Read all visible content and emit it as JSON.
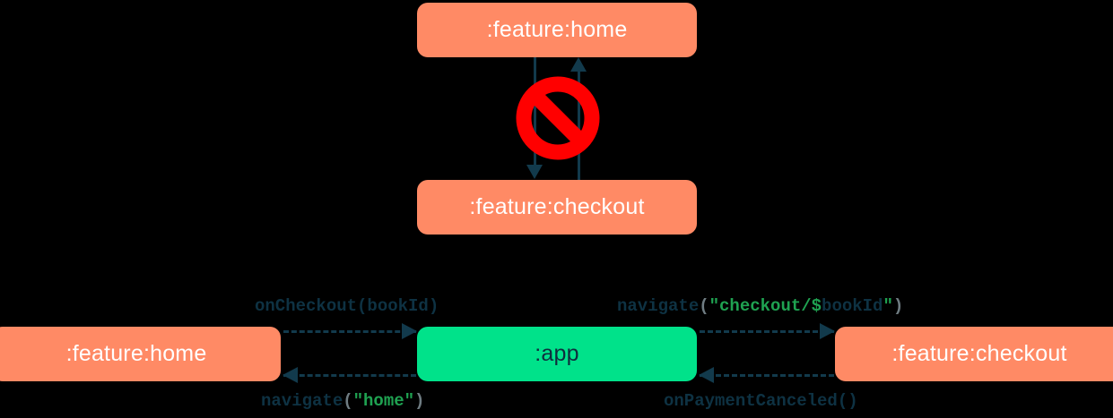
{
  "diagram": {
    "title": "module navigation dependency diagram",
    "colors": {
      "background": "#000000",
      "feature_module": "#FF8A65",
      "app_module": "#00E28A",
      "arrow": "#123A4C",
      "forbidden": "#FF0000",
      "token_function": "#0E3243",
      "token_punctuation": "#6F7C82",
      "token_string": "#1FA251"
    },
    "top_section": {
      "description": "direct dependency between feature modules is forbidden",
      "nodes": [
        {
          "id": "home-top",
          "label": ":feature:home",
          "type": "feature"
        },
        {
          "id": "checkout-top",
          "label": ":feature:checkout",
          "type": "feature"
        }
      ],
      "edges": [
        {
          "id": "home-to-checkout",
          "direction": "down",
          "style": "solid"
        },
        {
          "id": "checkout-to-home",
          "direction": "up",
          "style": "solid"
        }
      ],
      "badge": {
        "name": "forbidden-sign",
        "meaning": "not allowed"
      }
    },
    "bottom_section": {
      "description": "feature modules communicate through the app module",
      "nodes": [
        {
          "id": "home-bottom",
          "label": ":feature:home",
          "type": "feature"
        },
        {
          "id": "app",
          "label": ":app",
          "type": "app"
        },
        {
          "id": "checkout-bottom",
          "label": ":feature:checkout",
          "type": "feature"
        }
      ],
      "edges": [
        {
          "id": "home-to-app",
          "direction": "right",
          "style": "dashed",
          "label_plain": "onCheckout(bookId)",
          "label_tokens": [
            {
              "text": "onCheckout(bookId)",
              "kind": "function"
            }
          ]
        },
        {
          "id": "app-to-checkout",
          "direction": "right",
          "style": "dashed",
          "label_plain": "navigate(\"checkout/$bookId\")",
          "label_tokens": [
            {
              "text": "navigate",
              "kind": "function"
            },
            {
              "text": "(",
              "kind": "punctuation"
            },
            {
              "text": "\"checkout/$",
              "kind": "string"
            },
            {
              "text": "bookId",
              "kind": "variable"
            },
            {
              "text": "\"",
              "kind": "string"
            },
            {
              "text": ")",
              "kind": "punctuation"
            }
          ]
        },
        {
          "id": "app-to-home",
          "direction": "left",
          "style": "dashed",
          "label_plain": "navigate(\"home\")",
          "label_tokens": [
            {
              "text": "navigate",
              "kind": "function"
            },
            {
              "text": "(",
              "kind": "punctuation"
            },
            {
              "text": "\"home\"",
              "kind": "string"
            },
            {
              "text": ")",
              "kind": "punctuation"
            }
          ]
        },
        {
          "id": "checkout-to-app",
          "direction": "left",
          "style": "dashed",
          "label_plain": "onPaymentCanceled()",
          "label_tokens": [
            {
              "text": "onPaymentCanceled()",
              "kind": "function"
            }
          ]
        }
      ]
    }
  }
}
